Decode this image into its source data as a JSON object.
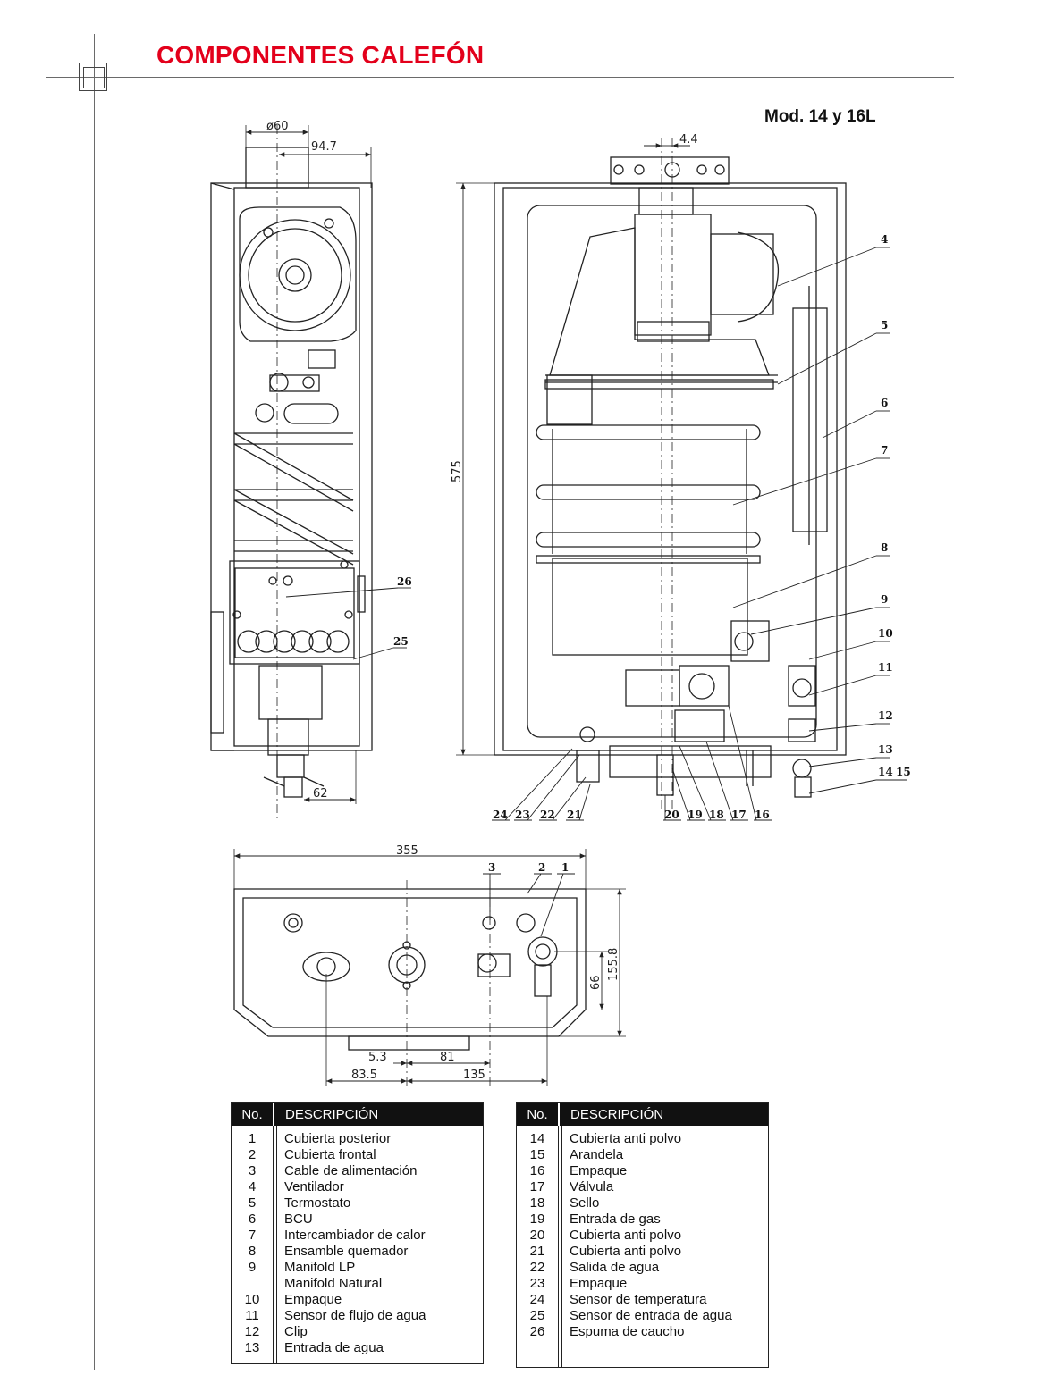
{
  "header": {
    "title": "COMPONENTES CALEFÓN",
    "model": "Mod. 14 y 16L"
  },
  "dimensions": {
    "side": {
      "dia": "ø60",
      "d1": "94.7",
      "d2": "62"
    },
    "front": {
      "offset": "4.4",
      "height": "575"
    },
    "bottom": {
      "width": "355",
      "depth": "155.8",
      "d66": "66",
      "d5_3": "5.3",
      "d81": "81",
      "d83_5": "83.5",
      "d135": "135"
    }
  },
  "callouts": {
    "side": [
      "26",
      "25"
    ],
    "right": [
      "4",
      "5",
      "6",
      "7",
      "8",
      "9",
      "10",
      "11",
      "12",
      "13",
      "14",
      "15"
    ],
    "bottom_row": [
      "24",
      "23",
      "22",
      "21",
      "20",
      "19",
      "18",
      "17",
      "16"
    ],
    "bottom_view": [
      "3",
      "2",
      "1"
    ]
  },
  "table": {
    "col_no": "No.",
    "col_desc": "DESCRIPCIÓN",
    "left": [
      {
        "no": "1",
        "desc": "Cubierta posterior"
      },
      {
        "no": "2",
        "desc": "Cubierta frontal"
      },
      {
        "no": "3",
        "desc": "Cable de alimentación"
      },
      {
        "no": "4",
        "desc": "Ventilador"
      },
      {
        "no": "5",
        "desc": "Termostato"
      },
      {
        "no": "6",
        "desc": "BCU"
      },
      {
        "no": "7",
        "desc": "Intercambiador de calor"
      },
      {
        "no": "8",
        "desc": "Ensamble quemador"
      },
      {
        "no": "9",
        "desc": "Manifold LP"
      },
      {
        "no": "",
        "desc": "Manifold Natural"
      },
      {
        "no": "10",
        "desc": "Empaque"
      },
      {
        "no": "11",
        "desc": "Sensor de flujo de agua"
      },
      {
        "no": "12",
        "desc": "Clip"
      },
      {
        "no": "13",
        "desc": "Entrada de agua"
      }
    ],
    "right": [
      {
        "no": "14",
        "desc": "Cubierta anti polvo"
      },
      {
        "no": "15",
        "desc": "Arandela"
      },
      {
        "no": "16",
        "desc": "Empaque"
      },
      {
        "no": "17",
        "desc": "Válvula"
      },
      {
        "no": "18",
        "desc": "Sello"
      },
      {
        "no": "19",
        "desc": "Entrada de gas"
      },
      {
        "no": "20",
        "desc": "Cubierta anti polvo"
      },
      {
        "no": "21",
        "desc": "Cubierta anti polvo"
      },
      {
        "no": "22",
        "desc": "Salida de agua"
      },
      {
        "no": "23",
        "desc": "Empaque"
      },
      {
        "no": "24",
        "desc": "Sensor de temperatura"
      },
      {
        "no": "25",
        "desc": "Sensor de entrada de agua"
      },
      {
        "no": "26",
        "desc": "Espuma de caucho"
      }
    ]
  }
}
